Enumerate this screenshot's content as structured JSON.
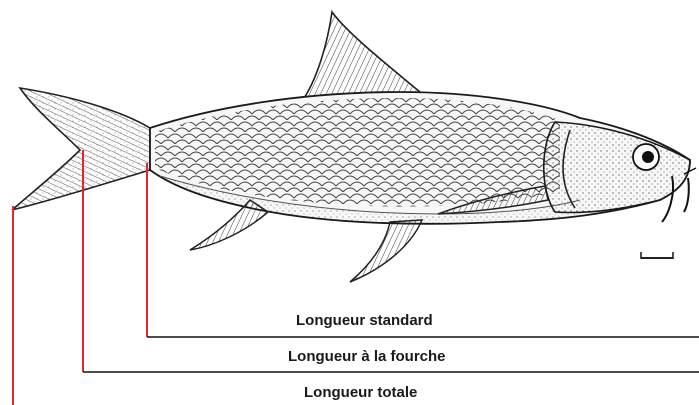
{
  "labels": {
    "standard_length": "Longueur standard",
    "fork_length": "Longueur à la fourche",
    "total_length": "Longueur totale"
  },
  "colors": {
    "measurement_line_red": "#e0282d",
    "measurement_line_black": "#111111",
    "ink": "#1a1a1a"
  },
  "icons": [
    "fish-illustration",
    "scale-bar-icon"
  ]
}
